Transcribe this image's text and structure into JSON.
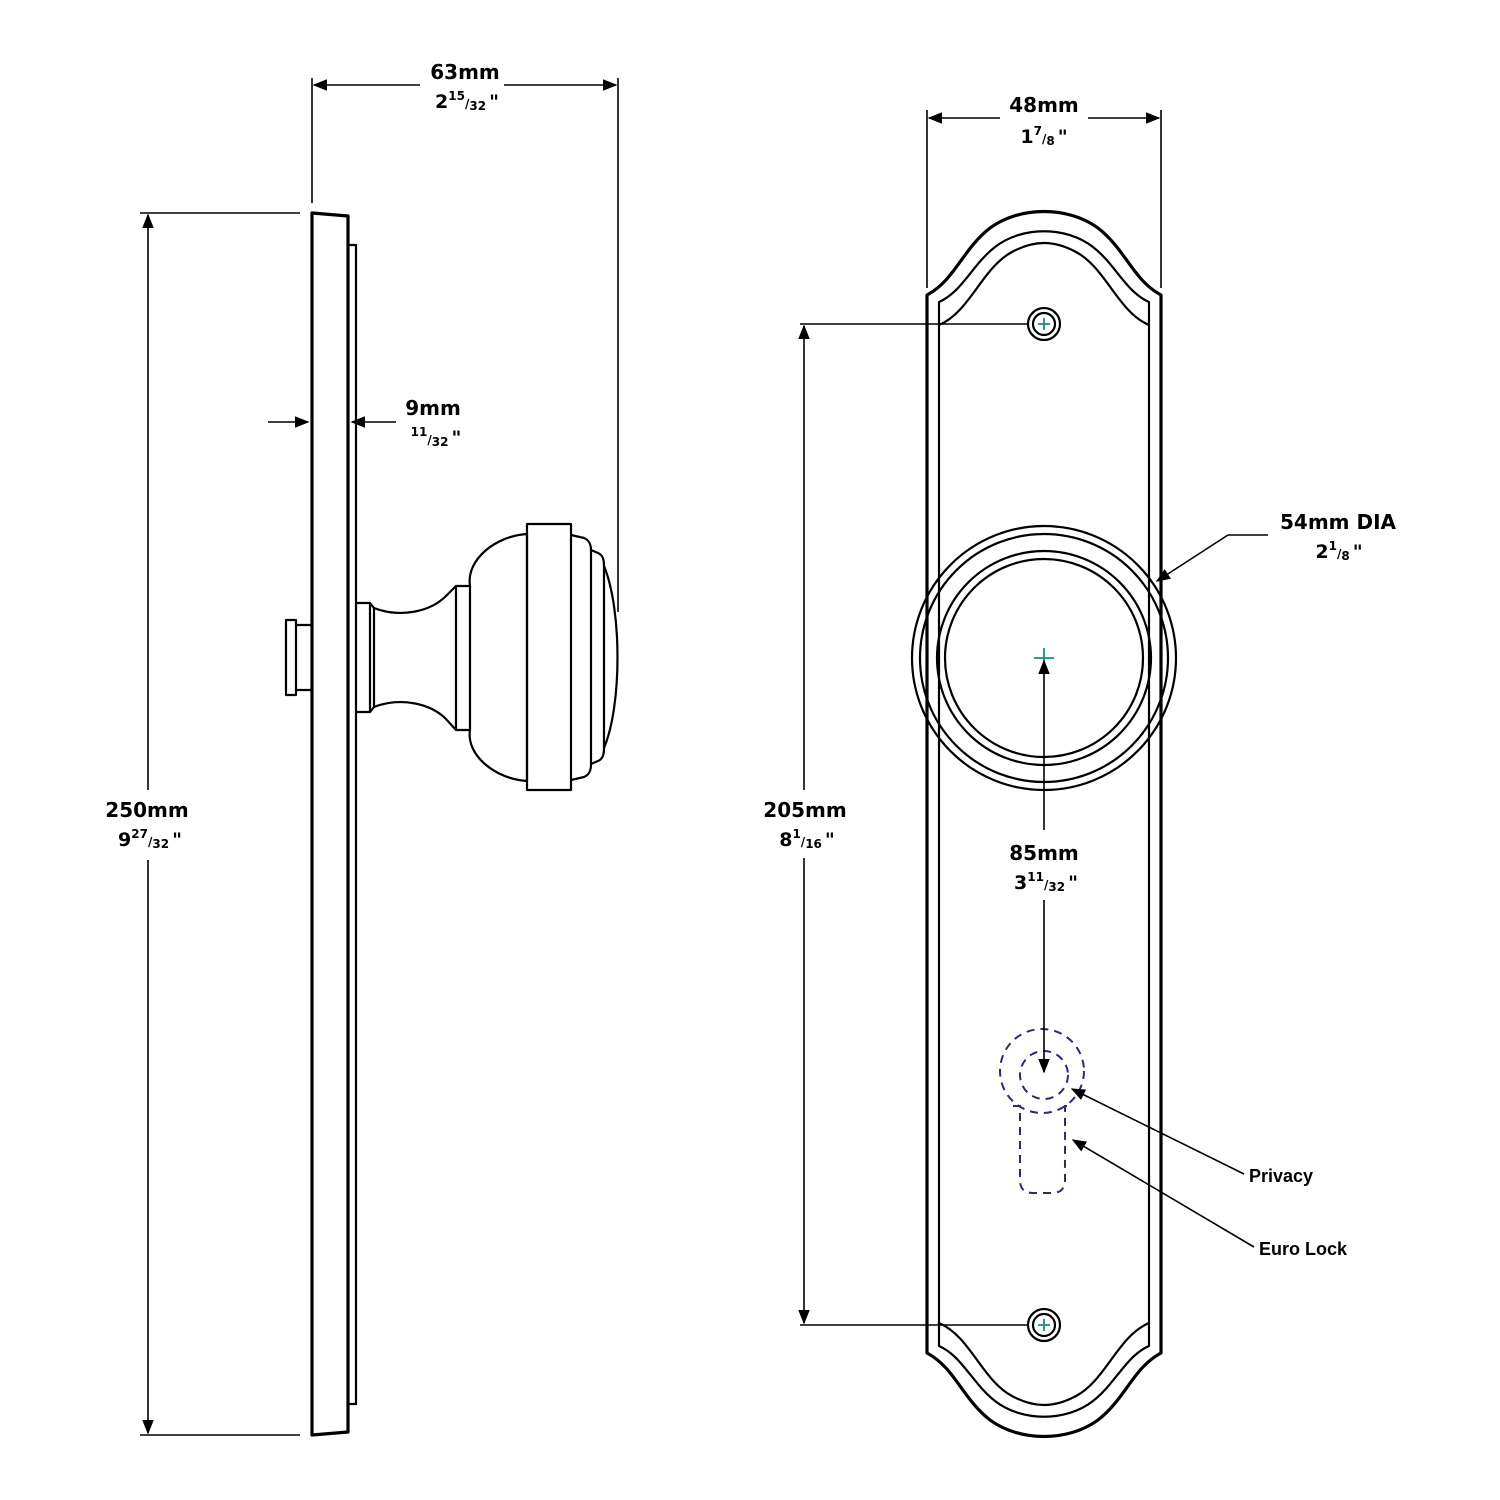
{
  "side_view": {
    "width": {
      "mm": "63mm",
      "in_whole": "2",
      "in_num": "15",
      "in_den": "32",
      "in_mark": "\""
    },
    "plate_thickness": {
      "mm": "9mm",
      "in_whole": "",
      "in_num": "11",
      "in_den": "32",
      "in_mark": "\""
    },
    "height": {
      "mm": "250mm",
      "in_whole": "9",
      "in_num": "27",
      "in_den": "32",
      "in_mark": "\""
    }
  },
  "front_view": {
    "width": {
      "mm": "48mm",
      "in_whole": "1",
      "in_num": "7",
      "in_den": "8",
      "in_mark": "\""
    },
    "knob_diameter": {
      "mm": "54mm DIA",
      "in_whole": "2",
      "in_num": "1",
      "in_den": "8",
      "in_mark": "\""
    },
    "screw_spacing": {
      "mm": "205mm",
      "in_whole": "8",
      "in_num": "1",
      "in_den": "16",
      "in_mark": "\""
    },
    "backset": {
      "mm": "85mm",
      "in_whole": "3",
      "in_num": "11",
      "in_den": "32",
      "in_mark": "\""
    },
    "callouts": {
      "privacy": "Privacy",
      "euro_lock": "Euro Lock"
    }
  },
  "colors": {
    "line": "#000000",
    "center_mark": "#1f8c80",
    "hidden_outline": "#2e2a6e"
  }
}
